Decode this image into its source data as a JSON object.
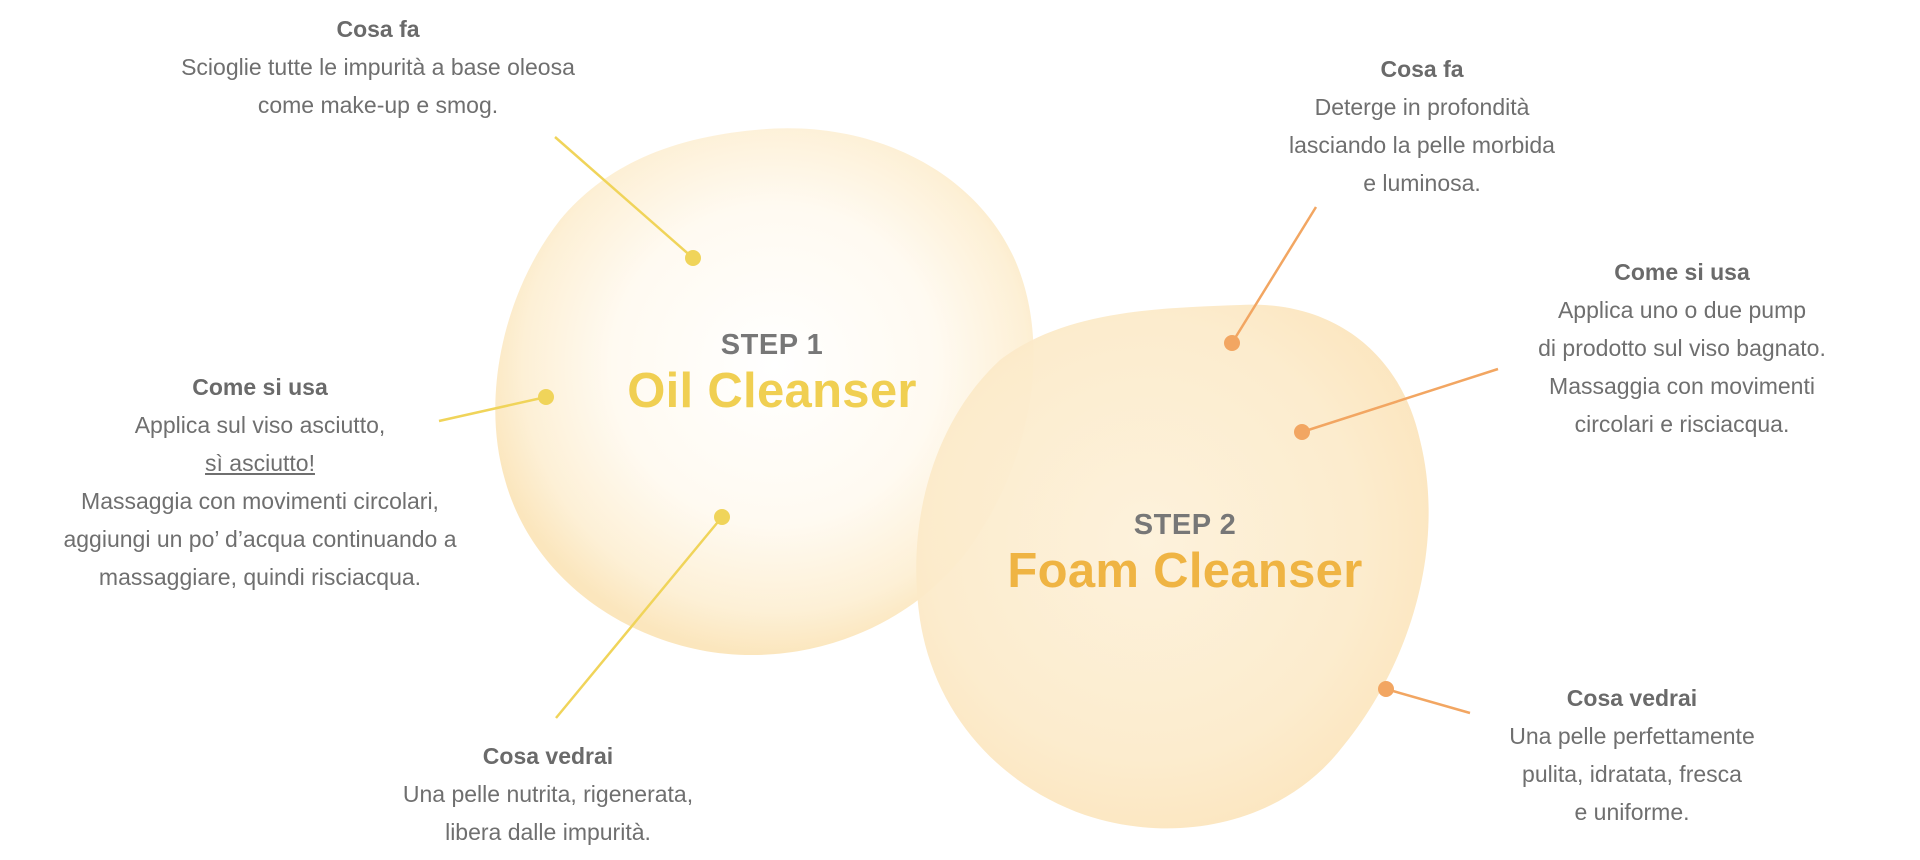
{
  "colors": {
    "oil_accent": "#f0cf52",
    "foam_accent": "#efb443",
    "foam_connector": "#f2a662",
    "circle_1": "#fdecc8",
    "circle_2": "#fbe3b4",
    "text": "#6f6f6f"
  },
  "step1": {
    "label": "STEP 1",
    "name": "Oil Cleanser",
    "cosa_fa": {
      "heading": "Cosa fa",
      "lines": [
        "Scioglie tutte le impurità a base oleosa",
        "come make-up e smog."
      ]
    },
    "come_si_usa": {
      "heading": "Come si usa",
      "line1": "Applica sul viso asciutto,",
      "line2": "sì asciutto!",
      "line3": "Massaggia con movimenti circolari,",
      "line4": "aggiungi un po’ d’acqua continuando a",
      "line5": "massaggiare, quindi risciacqua."
    },
    "cosa_vedrai": {
      "heading": "Cosa vedrai",
      "lines": [
        "Una pelle nutrita, rigenerata,",
        "libera dalle impurità."
      ]
    }
  },
  "step2": {
    "label": "STEP 2",
    "name": "Foam Cleanser",
    "cosa_fa": {
      "heading": "Cosa fa",
      "lines": [
        "Deterge in profondità",
        "lasciando la pelle morbida",
        "e luminosa."
      ]
    },
    "come_si_usa": {
      "heading": "Come si usa",
      "lines": [
        "Applica uno o due pump",
        "di prodotto sul viso bagnato.",
        "Massaggia con movimenti",
        "circolari e risciacqua."
      ]
    },
    "cosa_vedrai": {
      "heading": "Cosa vedrai",
      "lines": [
        "Una pelle perfettamente",
        "pulita, idratata, fresca",
        "e uniforme."
      ]
    }
  }
}
